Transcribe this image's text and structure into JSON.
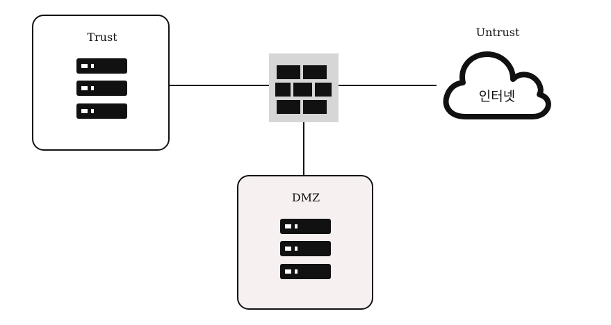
{
  "zones": {
    "trust": {
      "label": "Trust",
      "fill": "#ffffff"
    },
    "untrust": {
      "label": "Untrust",
      "cloud_label": "인터넷",
      "fill": "#ffffff"
    },
    "dmz": {
      "label": "DMZ",
      "fill": "#f7f0f0"
    }
  },
  "icons": {
    "firewall": "firewall-icon",
    "server": "server-rack-icon",
    "cloud": "cloud-icon"
  },
  "colors": {
    "stroke": "#111111",
    "firewall_bg": "#d6d6d6",
    "server": "#111111",
    "dmz_fill": "#f7f0f0"
  }
}
